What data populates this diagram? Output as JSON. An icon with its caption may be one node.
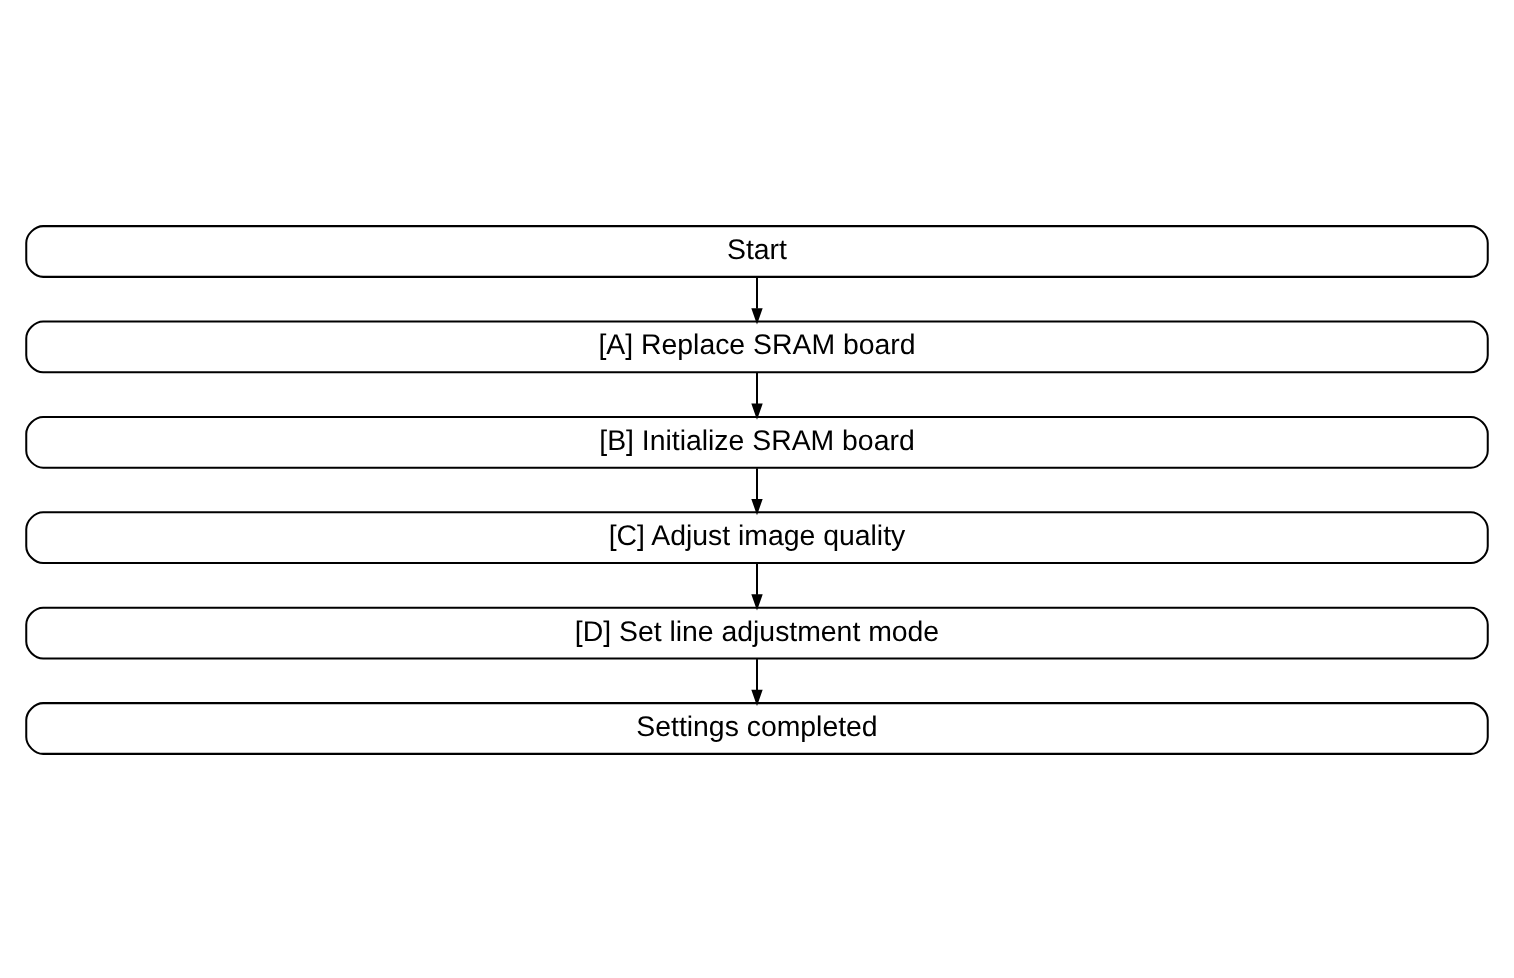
{
  "diagram": {
    "nodes": [
      {
        "text": [
          "Start"
        ]
      },
      {
        "text": [
          "[A] Replace SRAM board"
        ]
      },
      {
        "text": [
          "[B] Initialize SRAM board"
        ]
      },
      {
        "text": [
          "[C] Adjust image quality"
        ]
      },
      {
        "text": [
          "[D] Set line adjustment mode"
        ]
      },
      {
        "text": [
          "Settings completed"
        ]
      }
    ],
    "edges": [
      {
        "from": 0,
        "to": 1,
        "arrow": "to"
      },
      {
        "from": 1,
        "to": 2,
        "arrow": "to"
      },
      {
        "from": 2,
        "to": 3,
        "arrow": "to"
      },
      {
        "from": 3,
        "to": 4,
        "arrow": "to"
      },
      {
        "from": 4,
        "to": 5,
        "arrow": "to"
      }
    ]
  }
}
